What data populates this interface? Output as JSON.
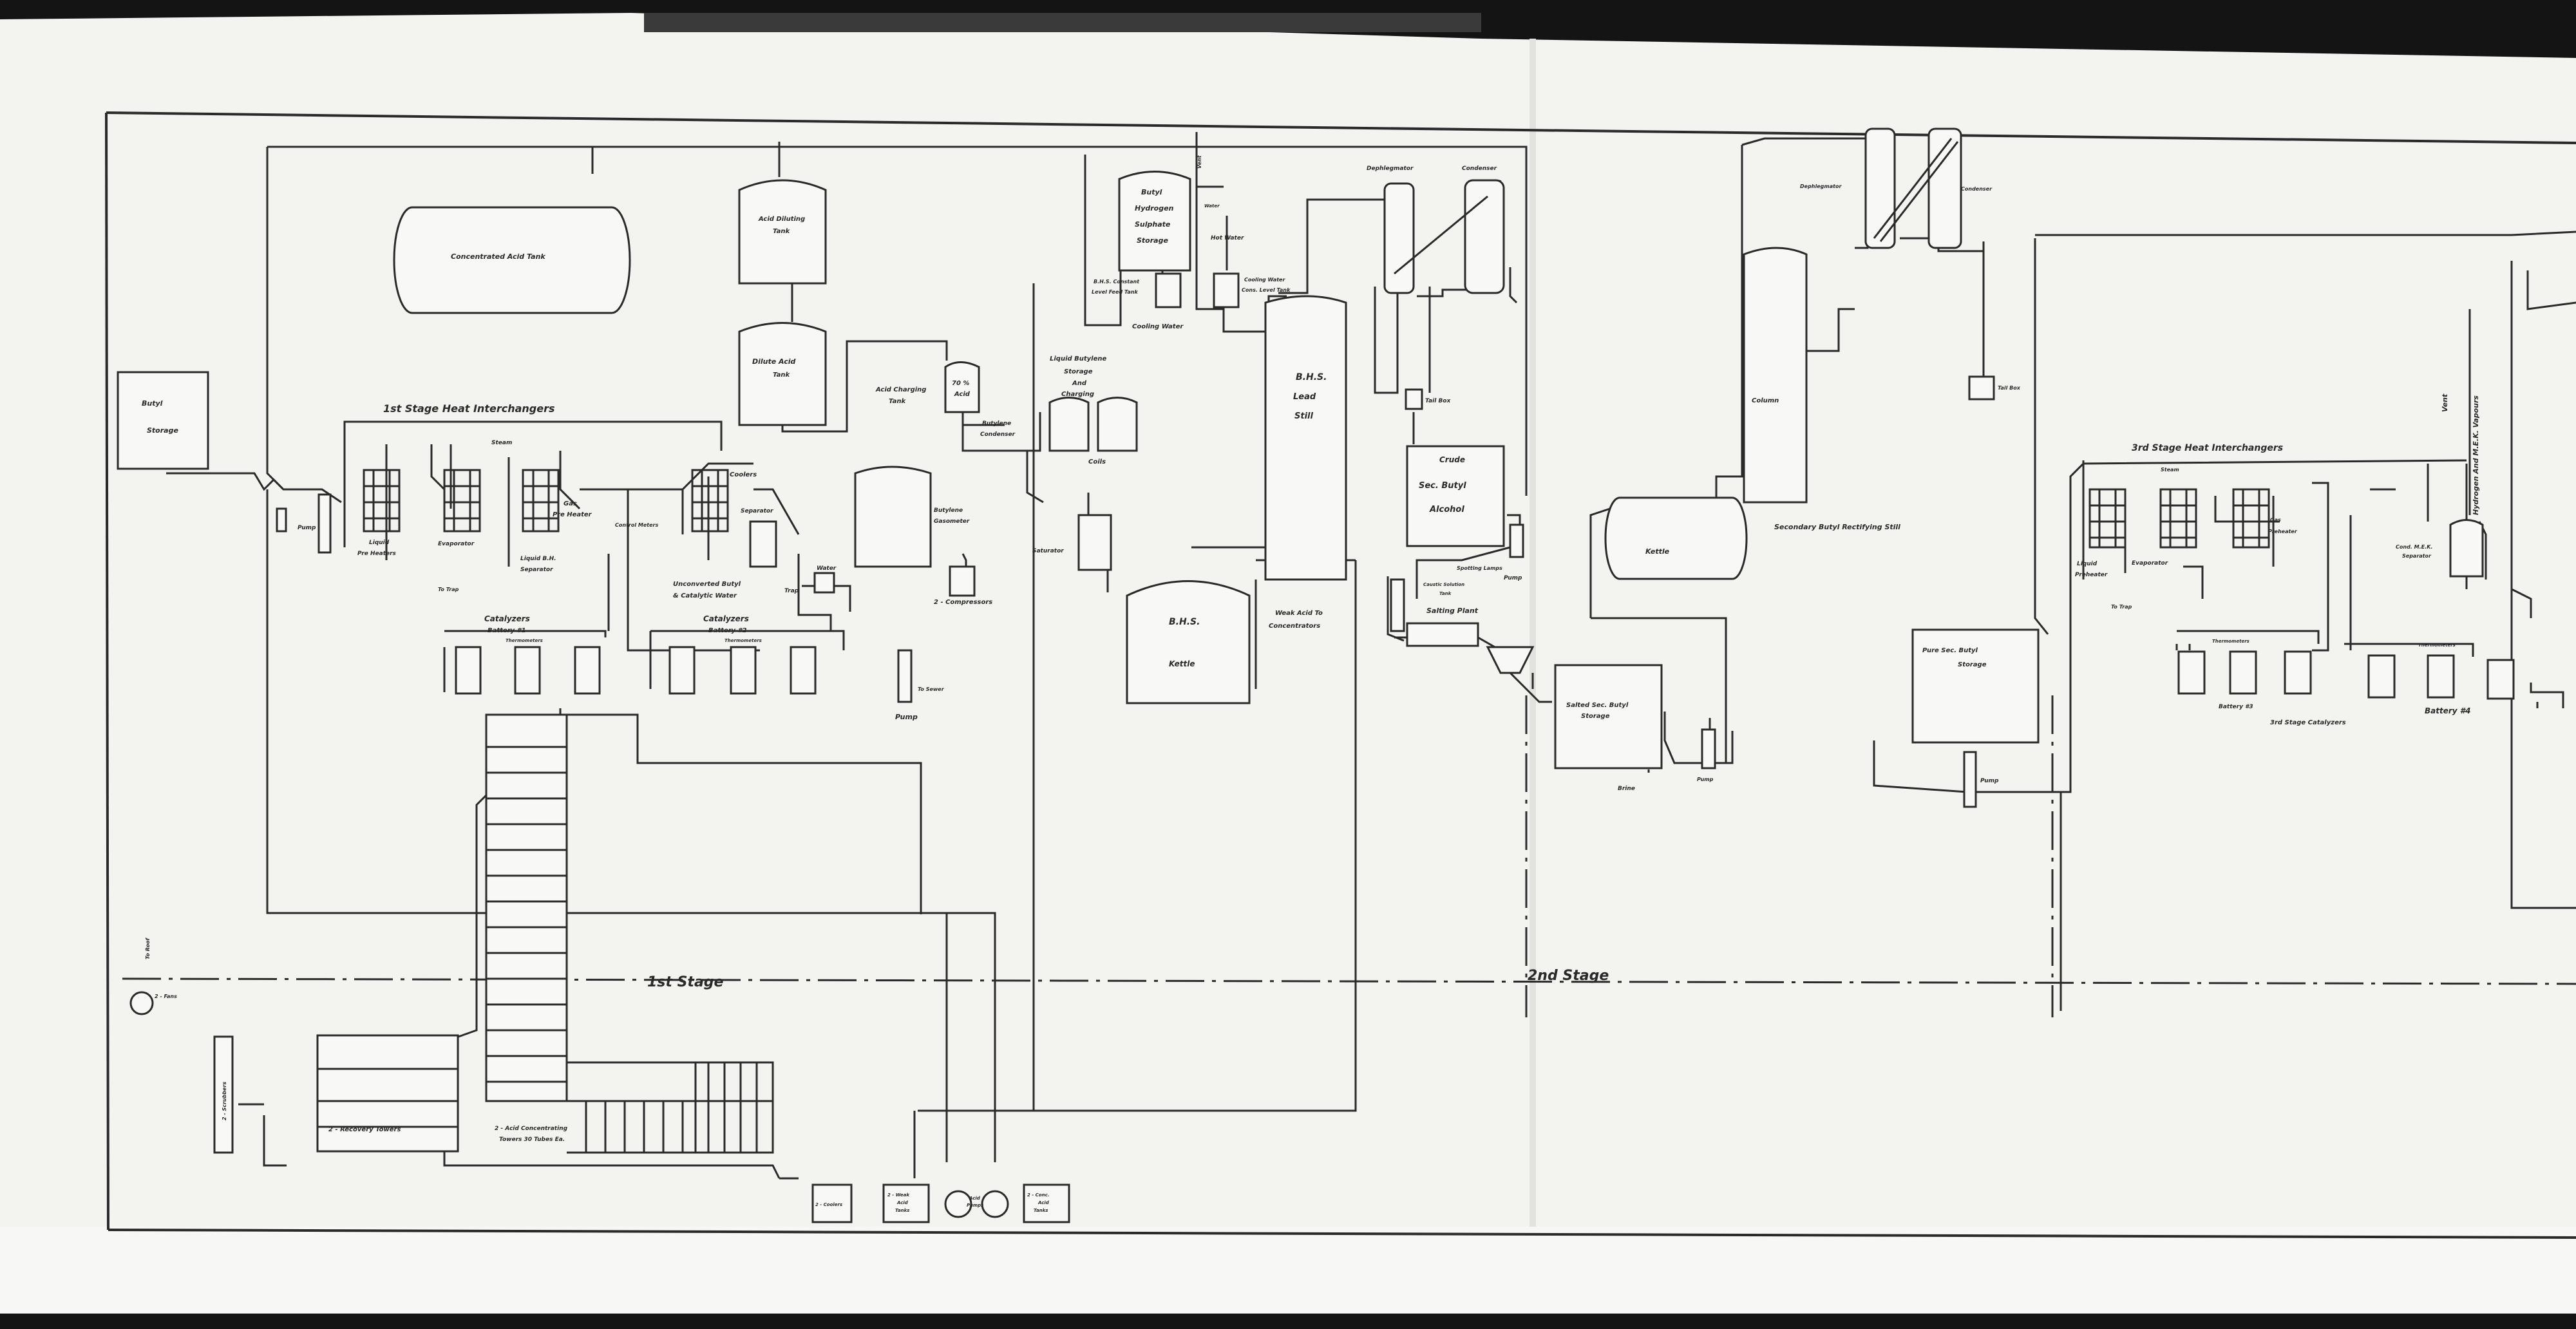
{
  "labels": {
    "butyl_storage_1": "Butyl",
    "butyl_storage_2": "Storage",
    "conc_acid_tank": "Concentrated Acid Tank",
    "acid_diluting_tank_1": "Acid Diluting",
    "acid_diluting_tank_2": "Tank",
    "dilute_acid_tank_1": "Dilute Acid",
    "dilute_acid_tank_2": "Tank",
    "acid_charging_tank_1": "Acid Charging",
    "acid_charging_tank_2": "Tank",
    "acid_70_1": "70 %",
    "acid_70_2": "Acid",
    "butylene_condenser_1": "Butylene",
    "butylene_condenser_2": "Condenser",
    "liquid_butylene_1": "Liquid Butylene",
    "liquid_butylene_2": "Storage",
    "liquid_butylene_3": "And",
    "liquid_butylene_4": "Charging",
    "coils": "Coils",
    "butylene_gasometer_1": "Butylene",
    "butylene_gasometer_2": "Gasometer",
    "compressors": "2 - Compressors",
    "saturator": "Saturator",
    "butyl_hydrogen_1": "Butyl",
    "butyl_hydrogen_2": "Hydrogen",
    "butyl_hydrogen_3": "Sulphate",
    "butyl_hydrogen_4": "Storage",
    "bhs_constant_1": "B.H.S. Constant",
    "bhs_constant_2": "Level Feed Tank",
    "cooling_water_left": "Cooling Water",
    "hot_water": "Hot Water",
    "vent_left": "Vent",
    "water_small": "Water",
    "cooling_water_const_1": "Cooling Water",
    "cooling_water_const_2": "Cons. Level Tank",
    "bhs_lead_still_1": "B.H.S.",
    "bhs_lead_still_2": "Lead",
    "bhs_lead_still_3": "Still",
    "dephlegmator_left": "Dephlegmator",
    "condenser_left": "Condenser",
    "tail_box_left": "Tail Box",
    "crude_alcohol_1": "Crude",
    "crude_alcohol_2": "Sec. Butyl",
    "crude_alcohol_3": "Alcohol",
    "pump_crude": "Pump",
    "spotting_lamps": "Spotting Lamps",
    "bhs_kettle_1": "B.H.S.",
    "bhs_kettle_2": "Kettle",
    "weak_acid_1": "Weak Acid To",
    "weak_acid_2": "Concentrators",
    "caustic_solution_1": "Caustic Solution",
    "caustic_solution_2": "Tank",
    "salting_plant": "Salting Plant",
    "salted_storage_1": "Salted Sec. Butyl",
    "salted_storage_2": "Storage",
    "brine": "Brine",
    "pump_salted": "Pump",
    "first_stage_heat": "1st Stage Heat Interchangers",
    "steam_left": "Steam",
    "liquid_preheaters_1": "Liquid",
    "liquid_preheaters_2": "Pre Heaters",
    "evaporator_left": "Evaporator",
    "to_trap_left": "To Trap",
    "gas_preheater_1": "Gas",
    "gas_preheater_2": "Pre Heater",
    "liquid_bhs_1": "Liquid B.H.",
    "liquid_bhs_2": "Separator",
    "control_meters": "Control Meters",
    "coolers": "Coolers",
    "separator_left": "Separator",
    "water_left": "Water",
    "trap": "Trap",
    "unconverted_1": "Unconverted Butyl",
    "unconverted_2": "& Catalytic Water",
    "catalyzers_1_1": "Catalyzers",
    "catalyzers_1_2": "Battery #1",
    "catalyzers_2_1": "Catalyzers",
    "catalyzers_2_2": "Battery #2",
    "thermometers_a": "Thermometers",
    "thermometers_b": "Thermometers",
    "to_sewer": "To Sewer",
    "pump_left": "Pump",
    "pump_inlet": "Pump",
    "to_roof": "To Roof",
    "fans": "2 - Fans",
    "scrubber": "2 - Scrubbers",
    "recovery_towers": "2 - Recovery Towers",
    "acid_conc_towers_1": "2 - Acid Concentrating",
    "acid_conc_towers_2": "Towers 30 Tubes Ea.",
    "coolers_box": "2 - Coolers",
    "weak_acid_tanks_1": "2 - Weak",
    "weak_acid_tanks_2": "Acid",
    "weak_acid_tanks_3": "Tanks",
    "acid_pumps_1": "Acid",
    "acid_pumps_2": "Pumps",
    "conc_acid_tanks_1": "2 - Conc.",
    "conc_acid_tanks_2": "Acid",
    "conc_acid_tanks_3": "Tanks",
    "stage_1": "1st Stage",
    "stage_2": "2nd Stage",
    "dephlegmator_right": "Dephlegmator",
    "condenser_right": "Condenser",
    "tail_box_right": "Tail Box",
    "column": "Column",
    "kettle_right": "Kettle",
    "secondary_still": "Secondary Butyl Rectifying Still",
    "pure_storage_1": "Pure Sec. Butyl",
    "pure_storage_2": "Storage",
    "pump_pure": "Pump",
    "third_stage_heat": "3rd Stage Heat Interchangers",
    "steam_right": "Steam",
    "liquid_preheater_r_1": "Liquid",
    "liquid_preheater_r_2": "Preheater",
    "evaporator_right": "Evaporator",
    "gas_preheater_r_1": "Gas",
    "gas_preheater_r_2": "Preheater",
    "to_trap_right": "To Trap",
    "cond_mek_1": "Cond. M.E.K.",
    "cond_mek_2": "Separator",
    "vent_right": "Vent",
    "hydrogen_mek": "Hydrogen And M.E.K. Vapours",
    "thermometers_c": "Thermometers",
    "thermometers_d": "Thermometers",
    "battery_3": "Battery #3",
    "third_stage_catalyzers": "3rd Stage Catalyzers",
    "battery_4": "Battery #4"
  },
  "colors": {
    "paper": "#f2f2ef",
    "ink": "#2a2a2a",
    "background": "#141414"
  }
}
